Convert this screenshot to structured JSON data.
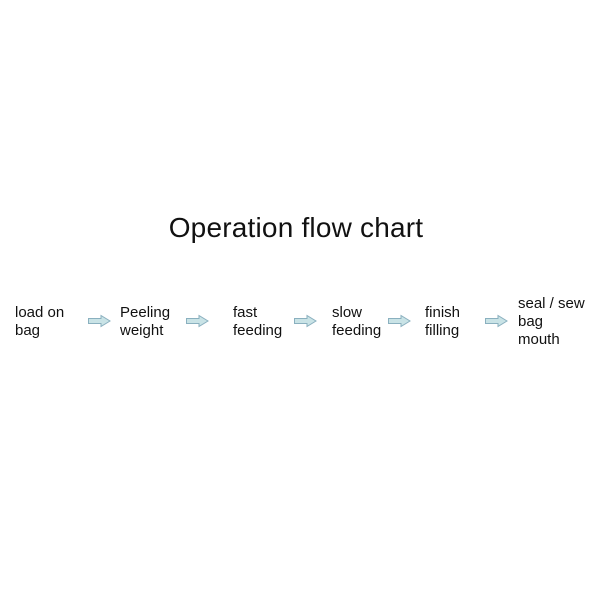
{
  "title": "Operation flow chart",
  "flow": {
    "steps": [
      {
        "label": "load on\nbag"
      },
      {
        "label": "Peeling\nweight"
      },
      {
        "label": "fast\nfeeding"
      },
      {
        "label": "slow\nfeeding"
      },
      {
        "label": "finish\nfilling"
      },
      {
        "label": "seal / sew\nbag\nmouth"
      }
    ],
    "arrow_icon": "right-block-arrow"
  },
  "colors": {
    "arrow_fill": "#c9e3e6",
    "arrow_stroke": "#8ab0bf",
    "background": "#ffffff",
    "text": "#111111"
  }
}
